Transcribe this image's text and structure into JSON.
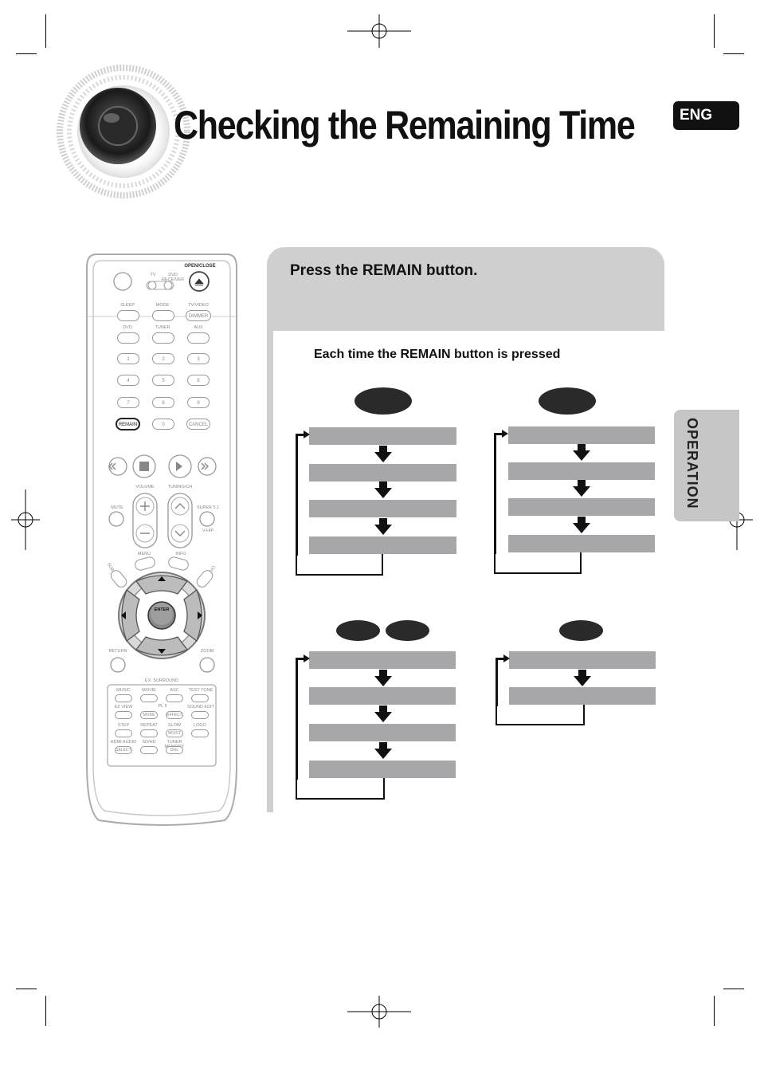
{
  "header": {
    "title": "Checking the Remaining Time",
    "language_badge": "ENG"
  },
  "side_tab": {
    "label": "OPERATION"
  },
  "instruction": {
    "step_text": "Press the REMAIN button.",
    "subheading": "Each time the REMAIN button is pressed"
  },
  "remote": {
    "open_close": "OPEN/CLOSE",
    "tv": "TV",
    "dvd_receiver": "DVD RECEIVER",
    "row1": [
      "SLEEP",
      "MODE",
      "TV/VIDEO"
    ],
    "dimmer": "DIMMER",
    "row2": [
      "DVD",
      "TUNER",
      "AUX"
    ],
    "numbers": [
      "1",
      "2",
      "3",
      "4",
      "5",
      "6",
      "7",
      "8",
      "9",
      "0"
    ],
    "remain": "REMAIN",
    "cancel": "CANCEL",
    "volume": "VOLUME",
    "tuning": "TUNING/CH",
    "mute": "MUTE",
    "super51": "SUPER 5.1",
    "vhp": "V-H/P",
    "menu": "MENU",
    "info": "INFO",
    "subtitle": "SUBTITLE",
    "audio": "AUDIO",
    "enter": "ENTER",
    "return": "RETURN",
    "zoom": "ZOOM",
    "ex_surround": "EX. SURROUND",
    "grid_row1": [
      "MUSIC",
      "MOVIE",
      "ASC",
      "TEST TONE"
    ],
    "ez_view": "EZ VIEW",
    "pl2": "PL II",
    "sound_edit": "SOUND EDIT",
    "mode_btn": "MODE",
    "effect_btn": "EFFECT",
    "grid_row3": [
      "STEP",
      "REPEAT",
      "SLOW",
      "LOGO"
    ],
    "mo_st": "MO/ST",
    "grid_row4": [
      "HDMI AUDIO",
      "SD/HD",
      "TUNER MEMORY"
    ],
    "select_btn": "SELECT",
    "dgl_btn": "DGL"
  },
  "colors": {
    "panel_gray": "#cfcfcf",
    "bar_gray": "#a7a7a9",
    "badge_black": "#111111",
    "tab_gray": "#c6c6c6"
  }
}
